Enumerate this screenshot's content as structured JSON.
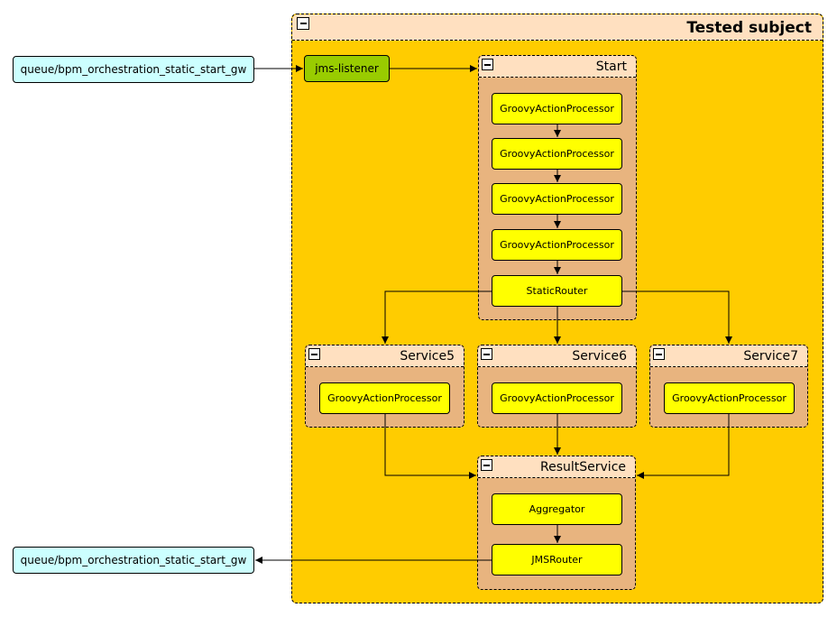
{
  "queues": {
    "input": "queue/bpm_orchestration_static_start_gw",
    "output": "queue/bpm_orchestration_static_start_gw"
  },
  "tested_subject": {
    "title": "Tested subject",
    "listener": "jms-listener",
    "start": {
      "title": "Start",
      "processors": [
        "GroovyActionProcessor",
        "GroovyActionProcessor",
        "GroovyActionProcessor",
        "GroovyActionProcessor"
      ],
      "router": "StaticRouter"
    },
    "service5": {
      "title": "Service5",
      "processor": "GroovyActionProcessor"
    },
    "service6": {
      "title": "Service6",
      "processor": "GroovyActionProcessor"
    },
    "service7": {
      "title": "Service7",
      "processor": "GroovyActionProcessor"
    },
    "result_service": {
      "title": "ResultService",
      "aggregator": "Aggregator",
      "router": "JMSRouter"
    }
  },
  "colors": {
    "queue": "#ccffff",
    "outer": "#ffcc00",
    "group": "#e8b47f",
    "header": "#ffe0c0",
    "processor": "#ffff00",
    "listener": "#99cc00"
  }
}
